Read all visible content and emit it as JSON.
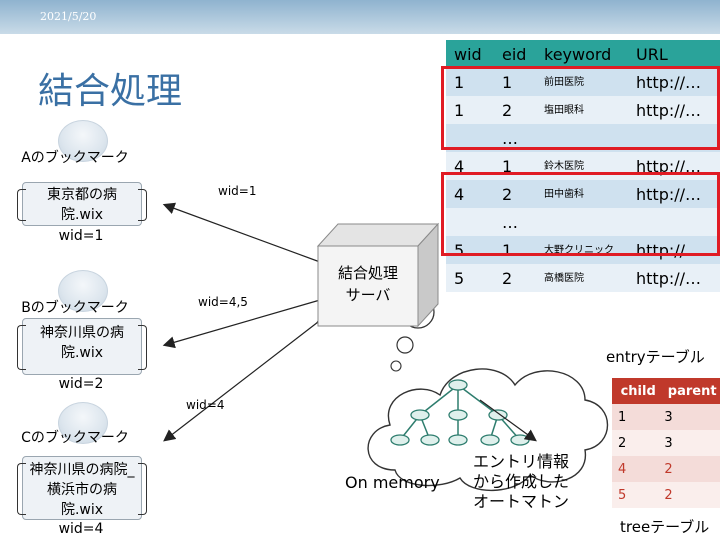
{
  "slide": {
    "date": "2021/5/20",
    "title": "結合処理"
  },
  "clients": [
    {
      "owner": "Aのブックマーク",
      "file": "東京都の病院.wix",
      "wid": "wid=1"
    },
    {
      "owner": "Bのブックマーク",
      "file": "神奈川県の病院.wix",
      "wid": "wid=2"
    },
    {
      "owner": "Cのブックマーク",
      "file": "神奈川県の病院_横浜市の病院.wix",
      "wid": "wid=4"
    }
  ],
  "edges": {
    "a": "wid=1",
    "b": "wid=4,5",
    "c": "wid=4"
  },
  "server": {
    "label_line1": "結合処理",
    "label_line2": "サーバ"
  },
  "memory": {
    "label": "On memory",
    "automaton_line1": "エントリ情報",
    "automaton_line2": "から作成した",
    "automaton_line3": "オートマトン"
  },
  "entry_table": {
    "headers": [
      "wid",
      "eid",
      "keyword",
      "URL"
    ],
    "rows": [
      [
        "1",
        "1",
        "前田医院",
        "http://…"
      ],
      [
        "1",
        "2",
        "塩田眼科",
        "http://…"
      ],
      [
        "",
        "…",
        "",
        ""
      ],
      [
        "4",
        "1",
        "鈴木医院",
        "http://…"
      ],
      [
        "4",
        "2",
        "田中歯科",
        "http://…"
      ],
      [
        "",
        "…",
        "",
        ""
      ],
      [
        "5",
        "1",
        "大野クリニック",
        "http://…"
      ],
      [
        "5",
        "2",
        "高橋医院",
        "http://…"
      ]
    ],
    "caption": "entryテーブル"
  },
  "tree_table": {
    "headers": [
      "child",
      "parent"
    ],
    "rows": [
      [
        "1",
        "3"
      ],
      [
        "2",
        "3"
      ],
      [
        "4",
        "2"
      ],
      [
        "5",
        "2"
      ]
    ],
    "caption": "treeテーブル"
  },
  "colors": {
    "title": "#3a70a4",
    "highlight": "#e01b24",
    "header_teal": "#2aa39a",
    "row_a": "#cfe1ef",
    "row_b": "#e8f0f7",
    "tree_red": "#c0392b"
  }
}
